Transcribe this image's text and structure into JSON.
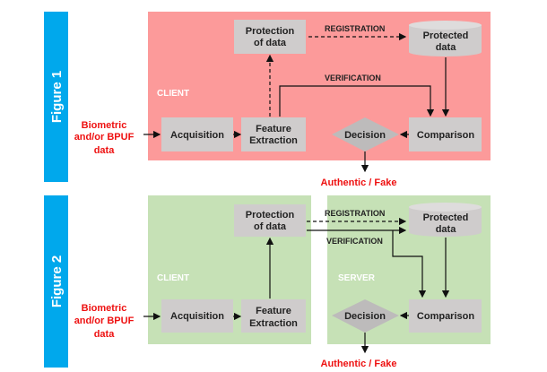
{
  "colors": {
    "figure_bar": "#00a8ec",
    "client_fig1": "#fc9a9a",
    "panel_fig2": "#c6e1b6",
    "box": "#cfcccc",
    "output_text": "#ee1111"
  },
  "figure1": {
    "title": "Figure 1",
    "zone": "CLIENT",
    "input": [
      "Biometric",
      "and/or BPUF",
      "data"
    ],
    "acquisition": "Acquisition",
    "feature": [
      "Feature",
      "Extraction"
    ],
    "protection": [
      "Protection",
      "of data"
    ],
    "protected": [
      "Protected",
      "data"
    ],
    "registration": "REGISTRATION",
    "verification": "VERIFICATION",
    "comparison": "Comparison",
    "decision": "Decision",
    "output": "Authentic / Fake"
  },
  "figure2": {
    "title": "Figure 2",
    "zone_client": "CLIENT",
    "zone_server": "SERVER",
    "input": [
      "Biometric",
      "and/or BPUF",
      "data"
    ],
    "acquisition": "Acquisition",
    "feature": [
      "Feature",
      "Extraction"
    ],
    "protection": [
      "Protection",
      "of data"
    ],
    "protected": [
      "Protected",
      "data"
    ],
    "registration": "REGISTRATION",
    "verification": "VERIFICATION",
    "comparison": "Comparison",
    "decision": "Decision",
    "output": "Authentic / Fake"
  }
}
